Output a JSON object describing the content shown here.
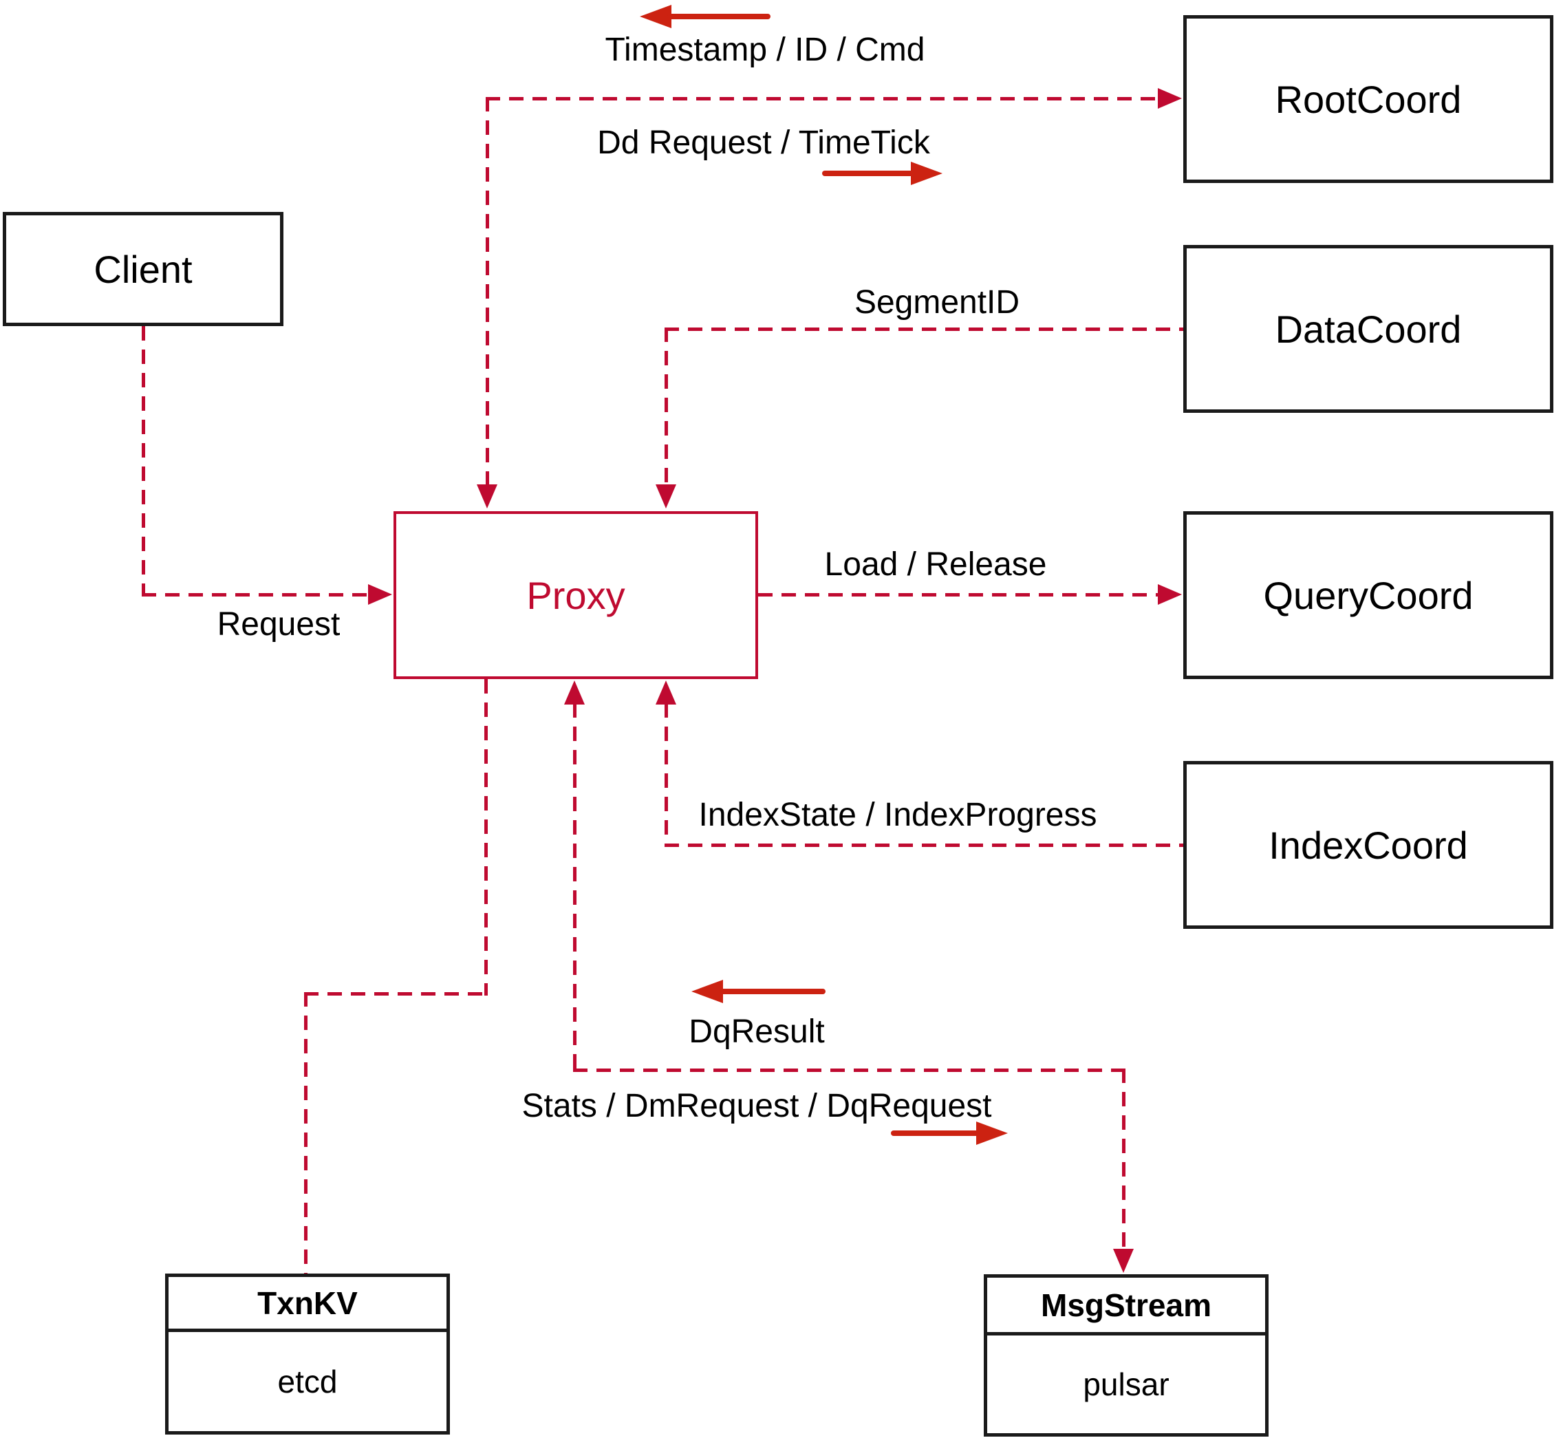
{
  "diagram": {
    "nodes": {
      "client": {
        "label": "Client"
      },
      "root_coord": {
        "label": "RootCoord"
      },
      "data_coord": {
        "label": "DataCoord"
      },
      "query_coord": {
        "label": "QueryCoord"
      },
      "index_coord": {
        "label": "IndexCoord"
      },
      "proxy": {
        "label": "Proxy"
      },
      "txn_kv": {
        "label": "TxnKV",
        "implementation": "etcd"
      },
      "msg_stream": {
        "label": "MsgStream",
        "implementation": "pulsar"
      }
    },
    "edge_labels": {
      "root_coord_reply": "Timestamp / ID / Cmd",
      "root_coord_send": "Dd Request / TimeTick",
      "data_coord_reply": "SegmentID",
      "client_request": "Request",
      "query_coord_send": "Load / Release",
      "index_coord_reply": "IndexState / IndexProgress",
      "msg_stream_reply": "DqResult",
      "msg_stream_send": "Stats / DmRequest / DqRequest"
    },
    "colors": {
      "connector_line": "#bf0a30",
      "solid_arrow": "#cc2211",
      "node_border": "#1a1a1a",
      "text": "#000000",
      "background": "#ffffff"
    }
  }
}
